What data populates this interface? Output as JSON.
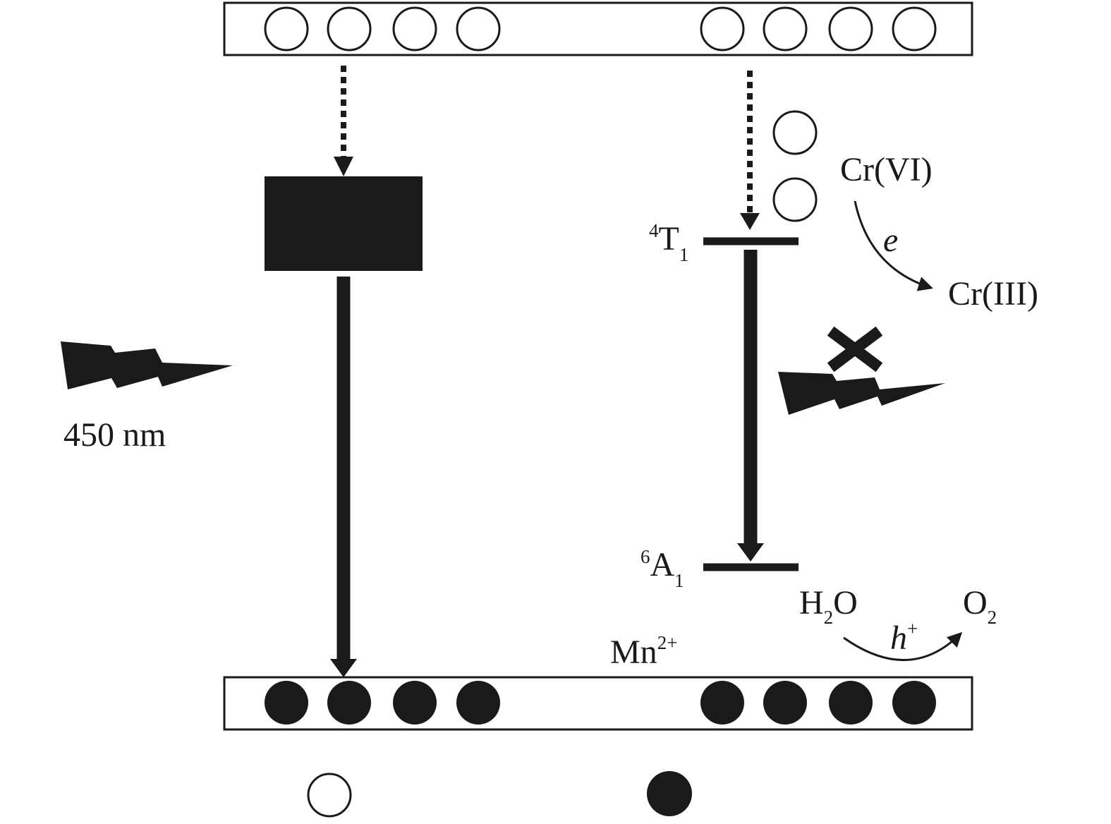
{
  "labels": {
    "excitation": "450 nm",
    "level_upper": {
      "sup": "4",
      "main": "T",
      "sub": "1"
    },
    "level_lower": {
      "sup": "6",
      "main": "A",
      "sub": "1"
    },
    "ion": {
      "main": "Mn",
      "sup": "2+"
    },
    "reduction_reactant": "Cr(VI)",
    "reduction_product": "Cr(III)",
    "reduction_carrier": "e",
    "oxidation_reactant": {
      "main": "H",
      "sub": "2",
      "tail": "O"
    },
    "oxidation_product": {
      "main": "O",
      "sub": "2"
    },
    "oxidation_carrier": {
      "main": "h",
      "sup": "+"
    }
  },
  "band_carriers": {
    "conduction_band": "electron (open circle)",
    "valence_band": "hole (filled circle)"
  },
  "colors": {
    "ink": "#1a1a1a",
    "background": "#ffffff"
  }
}
